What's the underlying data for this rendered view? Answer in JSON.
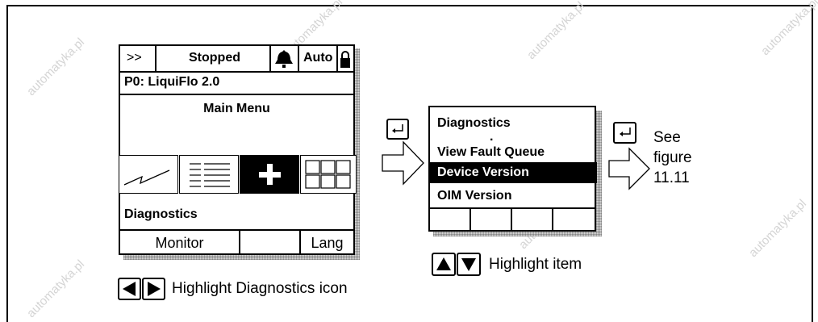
{
  "watermark": "automatyka.pl",
  "oim": {
    "header": {
      "nav": ">>",
      "status": "Stopped",
      "mode": "Auto"
    },
    "port_line": "P0: LiquiFlo 2.0",
    "menu_title": "Main Menu",
    "selected_label": "Diagnostics",
    "softkeys": [
      "Monitor",
      "",
      "Lang"
    ]
  },
  "diag_menu": {
    "title": "Diagnostics",
    "items": [
      "View Fault Queue",
      "Device Version",
      "OIM Version"
    ],
    "highlighted": "Device Version"
  },
  "captions": {
    "left": "Highlight Diagnostics icon",
    "middle": "Highlight item",
    "right_lines": [
      "See",
      "figure",
      "11.11"
    ]
  }
}
